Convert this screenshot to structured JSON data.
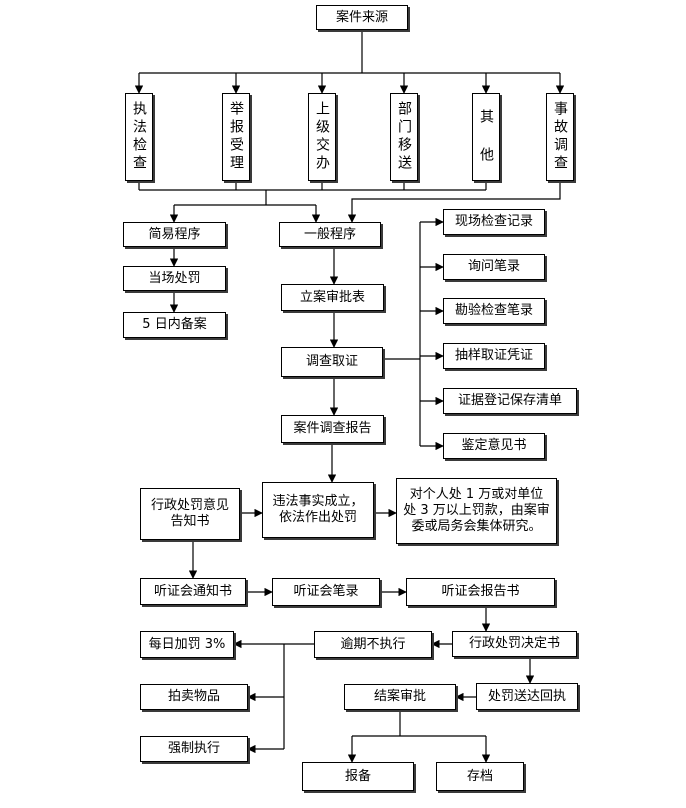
{
  "nodes": {
    "source": "案件来源",
    "enforcement_check": "执法检查",
    "report_acceptance": "举报受理",
    "superior_referral": "上级交办",
    "department_transfer": "部门移送",
    "other": "其 他",
    "accident_investigation": "事故调查",
    "simple_procedure": "简易程序",
    "general_procedure": "一般程序",
    "onsite_penalty": "当场处罚",
    "filing_5day": "5 日内备案",
    "case_approval_form": "立案审批表",
    "evidence_collection": "调查取证",
    "case_report": "案件调查报告",
    "onsite_record": "现场检查记录",
    "inquiry_record": "询问笔录",
    "inspection_record": "勘验检查笔录",
    "sampling_voucher": "抽样取证凭证",
    "evidence_list": "证据登记保存清单",
    "appraisal_opinion": "鉴定意见书",
    "penalty_notice": "行政处罚意见\n告知书",
    "violation_established": "违法事实成立，\n依法作出处罚",
    "collective_research": "对个人处 1 万或对单位\n处 3 万以上罚款，由案审\n委或局务会集体研究。",
    "hearing_notice": "听证会通知书",
    "hearing_record": "听证会笔录",
    "hearing_report": "听证会报告书",
    "daily_fine": "每日加罚 3%",
    "overdue": "逾期不执行",
    "penalty_decision": "行政处罚决定书",
    "auction": "拍卖物品",
    "closing_approval": "结案审批",
    "delivery_receipt": "处罚送达回执",
    "enforce": "强制执行",
    "report_file": "报备",
    "archive": "存档"
  }
}
